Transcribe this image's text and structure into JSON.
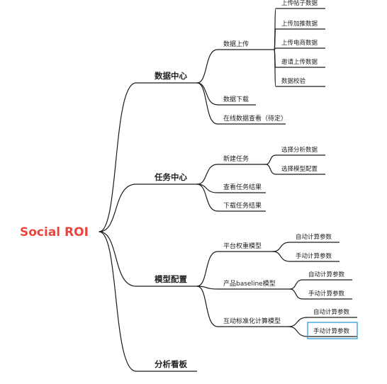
{
  "root": {
    "label": "Social ROI",
    "color": "#e8453c"
  },
  "selection_color": "#2b9fd6",
  "branches": [
    {
      "label": "数据中心",
      "children": [
        {
          "label": "数据上传",
          "children": [
            {
              "label": "上传帖子数据"
            },
            {
              "label": "上传加推数据"
            },
            {
              "label": "上传电商数据"
            },
            {
              "label": "邀请上传数据"
            },
            {
              "label": "数据校验"
            }
          ]
        },
        {
          "label": "数据下载"
        },
        {
          "label": "在线数据查看（待定）"
        }
      ]
    },
    {
      "label": "任务中心",
      "children": [
        {
          "label": "新建任务",
          "children": [
            {
              "label": "选择分析数据"
            },
            {
              "label": "选择模型配置"
            }
          ]
        },
        {
          "label": "查看任务结果"
        },
        {
          "label": "下载任务结果"
        }
      ]
    },
    {
      "label": "模型配置",
      "children": [
        {
          "label": "平台权重模型",
          "children": [
            {
              "label": "自动计算参数"
            },
            {
              "label": "手动计算参数"
            }
          ]
        },
        {
          "label": "产品baseline模型",
          "children": [
            {
              "label": "自动计算参数"
            },
            {
              "label": "手动计算参数"
            }
          ]
        },
        {
          "label": "互动标准化计算模型",
          "children": [
            {
              "label": "自动计算参数"
            },
            {
              "label": "手动计算参数",
              "selected": true
            }
          ]
        }
      ]
    },
    {
      "label": "分析看板",
      "children": []
    }
  ]
}
